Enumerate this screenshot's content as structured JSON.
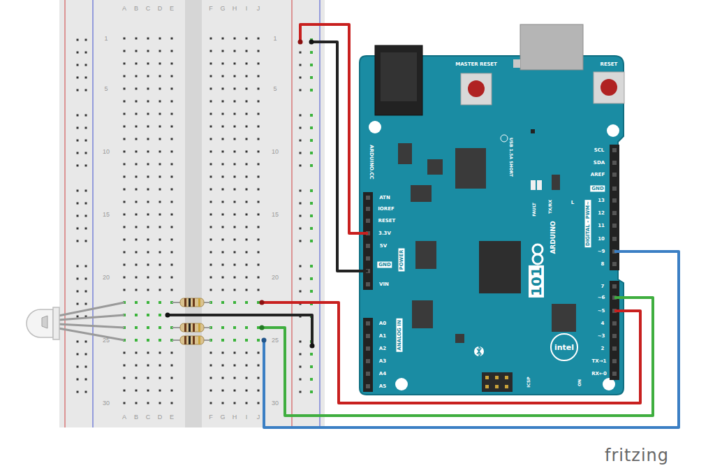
{
  "diagram": {
    "labels": [
      "A",
      "B",
      "C",
      "D",
      "E",
      "F",
      "G",
      "H",
      "I",
      "J",
      "A",
      "B",
      "C",
      "D",
      "E",
      "F",
      "G",
      "H",
      "I",
      "J",
      "1",
      "5",
      "10",
      "15",
      "20",
      "25",
      "30",
      "1",
      "5",
      "10",
      "15",
      "20",
      "25",
      "30",
      "MASTER RESET",
      "RESET",
      "ARDUINO.CC",
      "USB 1.5A SHORT",
      "FAULT",
      "TX/RX",
      "L",
      "ATN",
      "IOREF",
      "RESET",
      "3.3V",
      "5V",
      "GND",
      "VIN",
      "POWER",
      "A0",
      "A1",
      "A2",
      "A3",
      "A4",
      "A5",
      "ANALOG IN",
      "SCL",
      "SDA",
      "AREF",
      "GND",
      "13",
      "12",
      "11",
      "10",
      "~9",
      "8",
      "7",
      "~6",
      "~5",
      "4",
      "~3",
      "2",
      "TX→1",
      "RX←0",
      "DIGITAL - PWM~",
      "ARDUINO",
      "101",
      "intel",
      "ICSP",
      "ON",
      "fritzing"
    ]
  }
}
